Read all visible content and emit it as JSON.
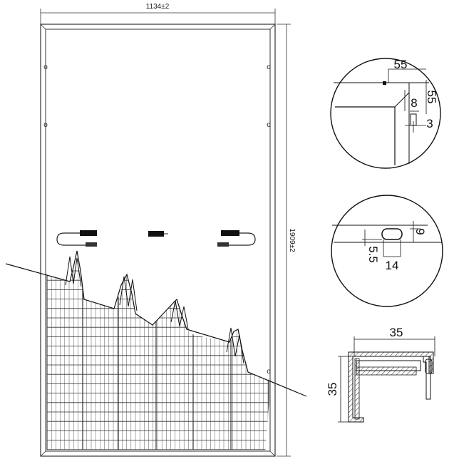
{
  "panel": {
    "width_label": "1134±2",
    "height_label": "1909±2",
    "mount_hole_glyph": "o"
  },
  "detail_corner": {
    "dim_a": "55",
    "dim_b": "55",
    "dim_c": "8",
    "dim_d": "3"
  },
  "detail_slot": {
    "dim_a": "9",
    "dim_b": "5.5",
    "dim_c": "14"
  },
  "detail_profile": {
    "dim_width": "35",
    "dim_height": "35"
  }
}
